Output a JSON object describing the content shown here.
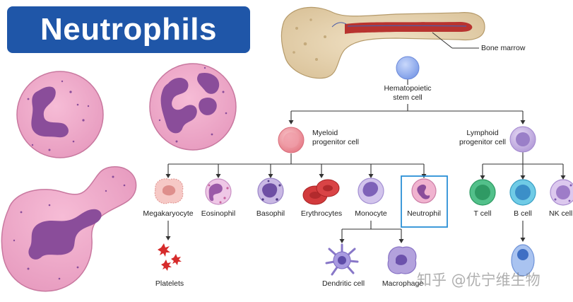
{
  "title": "Neutrophils",
  "labels": {
    "bone_marrow": "Bone marrow",
    "hsc": "Hematopoietic\nstem cell",
    "myeloid": "Myeloid\nprogenitor cell",
    "lymphoid": "Lymphoid\nprogenitor cell",
    "megakaryocyte": "Megakaryocyte",
    "eosinophil": "Eosinophil",
    "basophil": "Basophil",
    "erythrocytes": "Erythrocytes",
    "monocyte": "Monocyte",
    "neutrophil": "Neutrophil",
    "t_cell": "T cell",
    "b_cell": "B cell",
    "nk_cell": "NK cell",
    "platelets": "Platelets",
    "dendritic": "Dendritic cell",
    "macrophage": "Macrophage"
  },
  "watermark": "知乎 @优宁维生物",
  "colors": {
    "banner": "#1f56a8",
    "highlight_box": "#2a8fd6",
    "neutrophil_body": "#f2a8c8",
    "nucleus": "#8a4d9a"
  }
}
